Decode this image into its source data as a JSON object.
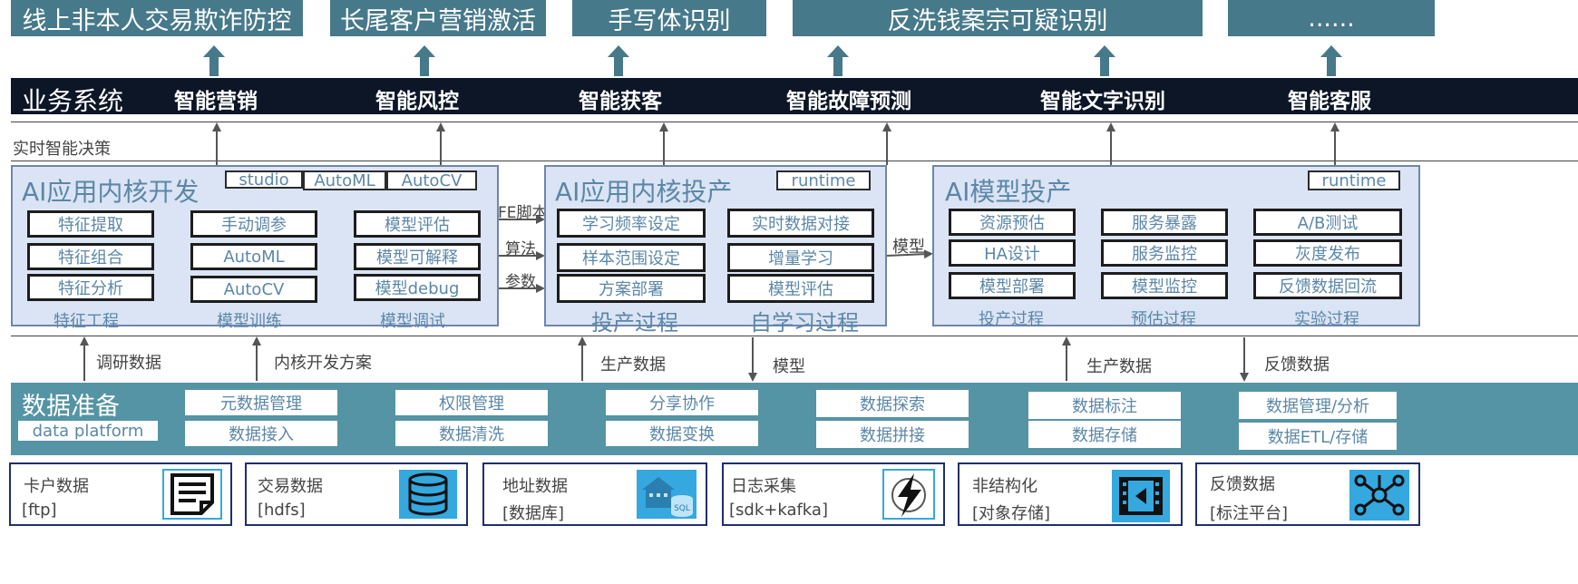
{
  "scenarios": [
    "线上非本人交易欺诈防控",
    "长尾客户营销激活",
    "手写体识别",
    "反洗钱案宗可疑识别",
    "......"
  ],
  "business": {
    "title": "业务系统",
    "items": [
      "智能营销",
      "智能风控",
      "智能获客",
      "智能故障预测",
      "智能文字识别",
      "智能客服"
    ]
  },
  "realtime_label": "实时智能决策",
  "dev_panel": {
    "title": "AI应用内核开发",
    "tabs": [
      "studio",
      "AutoML",
      "AutoCV"
    ],
    "col1": [
      "特征提取",
      "特征组合",
      "特征分析"
    ],
    "col2": [
      "手动调参",
      "AutoML",
      "AutoCV"
    ],
    "col3": [
      "模型评估",
      "模型可解释",
      "模型debug"
    ],
    "captions": [
      "特征工程",
      "模型训练",
      "模型调试"
    ]
  },
  "between_labels": [
    "FE脚本",
    "算法",
    "参数"
  ],
  "prod_panel": {
    "title": "AI应用内核投产",
    "tab": "runtime",
    "col1": [
      "学习频率设定",
      "样本范围设定",
      "方案部署"
    ],
    "col2": [
      "实时数据对接",
      "增量学习",
      "模型评估"
    ],
    "captions": [
      "投产过程",
      "自学习过程"
    ]
  },
  "model_label": "模型",
  "model_panel": {
    "title": "AI模型投产",
    "tab": "runtime",
    "col1": [
      "资源预估",
      "HA设计",
      "模型部署"
    ],
    "col2": [
      "服务暴露",
      "服务监控",
      "模型监控"
    ],
    "col3": [
      "A/B测试",
      "灰度发布",
      "反馈数据回流"
    ],
    "captions": [
      "投产过程",
      "预估过程",
      "实验过程"
    ]
  },
  "flow_labels": [
    "调研数据",
    "内核开发方案",
    "生产数据",
    "模型",
    "生产数据",
    "反馈数据"
  ],
  "data_prep": {
    "title": "数据准备",
    "platform": "data platform",
    "row1": [
      "元数据管理",
      "权限管理",
      "分享协作",
      "数据探索",
      "数据标注",
      "数据管理/分析"
    ],
    "row2": [
      "数据接入",
      "数据清洗",
      "数据变换",
      "数据拼接",
      "数据存储",
      "数据ETL/存储"
    ]
  },
  "sources": [
    {
      "name": "卡户数据",
      "sub": "[ftp]",
      "icon": "document-icon"
    },
    {
      "name": "交易数据",
      "sub": "[hdfs]",
      "icon": "database-icon"
    },
    {
      "name": "地址数据",
      "sub": "[数据库]",
      "icon": "sql-database-icon"
    },
    {
      "name": "日志采集",
      "sub": "[sdk+kafka]",
      "icon": "lightning-icon"
    },
    {
      "name": "非结构化",
      "sub": "[对象存储]",
      "icon": "video-icon"
    },
    {
      "name": "反馈数据",
      "sub": "[标注平台]",
      "icon": "network-icon"
    }
  ],
  "colors": {
    "scenario": "#46798a",
    "business_bar": "#0d1627",
    "panel_bg": "#dbe4f4",
    "data_bar": "#5594a5",
    "accent_text": "#5b87a8",
    "icon_blue": "#34a8df"
  }
}
